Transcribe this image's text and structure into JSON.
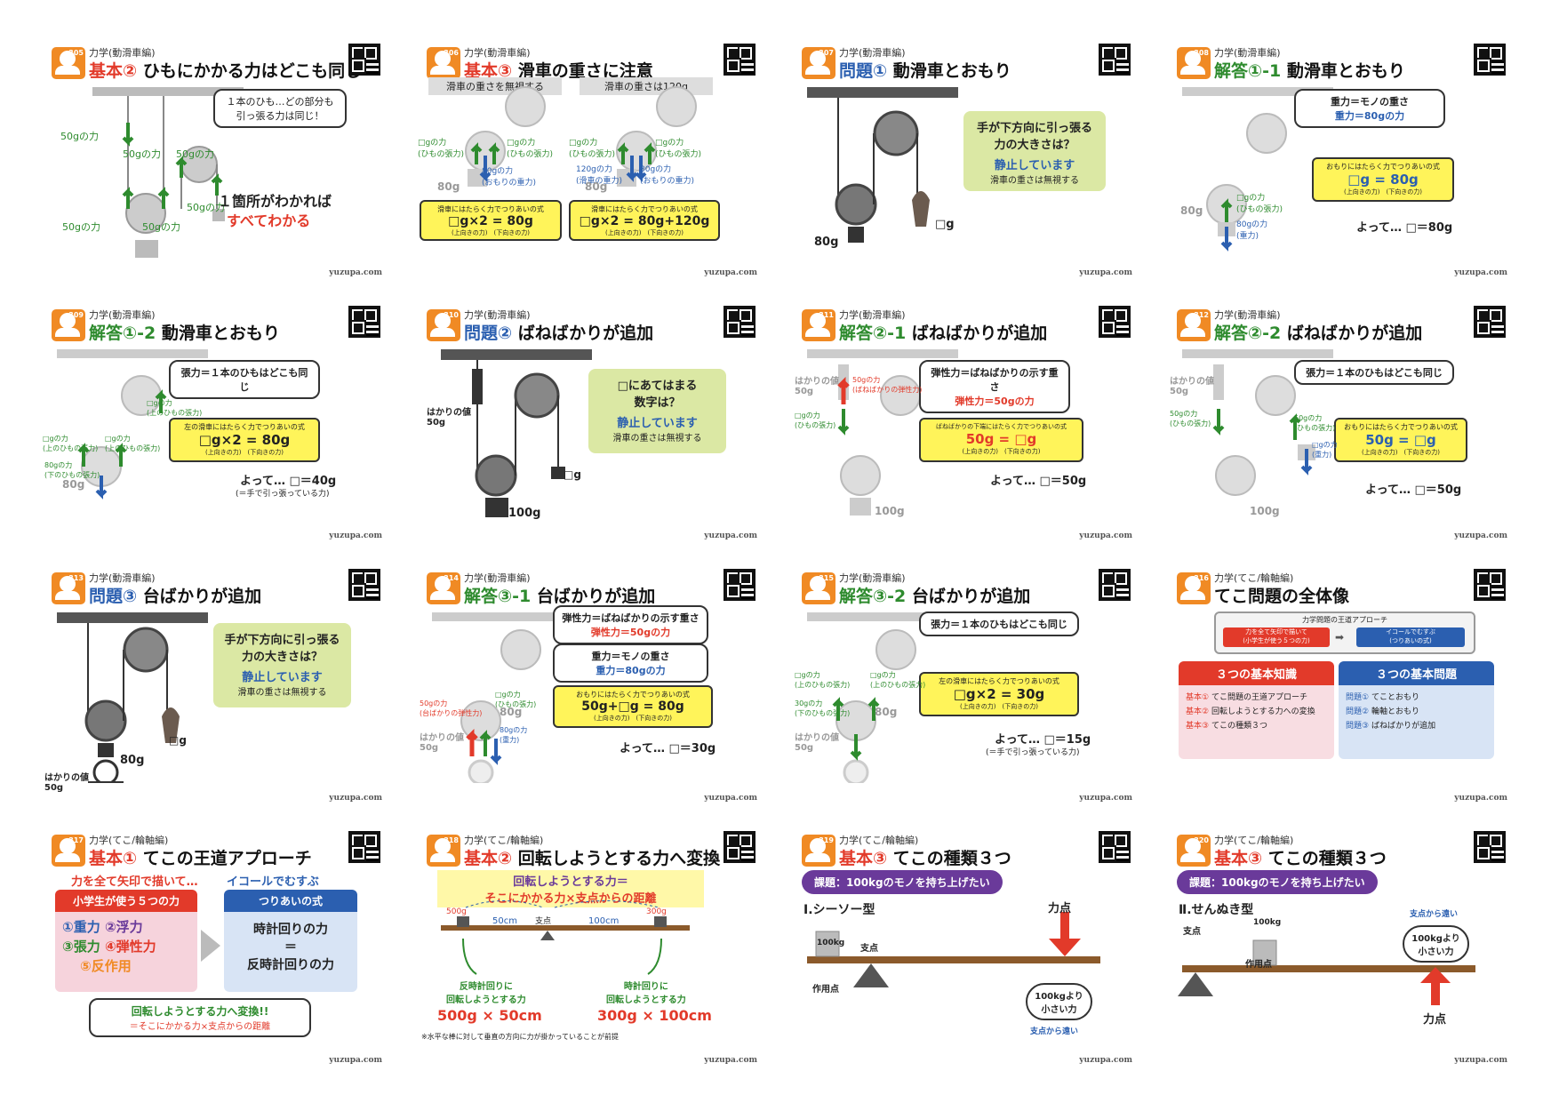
{
  "footer": "yuzupa.com",
  "cards": [
    {
      "num": "305",
      "cat": "力学(動滑車編)",
      "tag": "基本②",
      "tag_color": "#e23a2a",
      "title": "ひもにかかる力はどこも同じ",
      "labels": [
        "50gの力",
        "50gの力",
        "50gの力",
        "50gの力",
        "50gの力",
        "50gの力"
      ],
      "speech": "１本のひも…どの部分も\n引っ張る力は同じ！",
      "line1": "１箇所がわかれば",
      "line2": "すべてわかる"
    },
    {
      "num": "306",
      "cat": "力学(動滑車編)",
      "tag": "基本③",
      "tag_color": "#e23a2a",
      "title": "滑車の重さに注意",
      "left_head": "滑車の重さを無視する",
      "right_head": "滑車の重さは120g",
      "l_labels": [
        "□gの力\n(ひもの張力)",
        "□gの力\n(ひもの張力)",
        "80gの力\n(おもりの重力)",
        "80g"
      ],
      "r_labels": [
        "□gの力\n(ひもの張力)",
        "□gの力\n(ひもの張力)",
        "120gの力\n(滑車の重力)",
        "80gの力\n(おもりの重力)",
        "80g"
      ],
      "l_eq": "滑車にはたらく力でつりあいの式",
      "l_formula": "□g×2 = 80g",
      "r_formula": "□g×2 = 80g+120g",
      "eq_sub": "(上向きの力)　(下向きの力)"
    },
    {
      "num": "307",
      "cat": "力学(動滑車編)",
      "tag": "問題①",
      "tag_color": "#2b5fb0",
      "title": "動滑車とおもり",
      "q1": "手が下方向に引っ張る",
      "q2": "力の大きさは？",
      "q3": "静止しています",
      "q4": "滑車の重さは無視する",
      "weight": "80g",
      "hand": "□g"
    },
    {
      "num": "308",
      "cat": "力学(動滑車編)",
      "tag": "解答①-1",
      "tag_color": "#2e8b2e",
      "title": "動滑車とおもり",
      "s1": "重力＝モノの重さ",
      "s2": "重力＝80gの力",
      "e1": "おもりにはたらく力でつりあいの式",
      "e2": "□g = 80g",
      "e3": "(上向きの力)　(下向きの力)",
      "l1": "□gの力\n(ひもの張力)",
      "l2": "80gの力\n(重力)",
      "w": "80g",
      "ans": "よって… □＝80g"
    },
    {
      "num": "309",
      "cat": "力学(動滑車編)",
      "tag": "解答①-2",
      "tag_color": "#2e8b2e",
      "title": "動滑車とおもり",
      "s1": "張力＝１本のひもはどこも同じ",
      "e1": "左の滑車にはたらく力でつりあいの式",
      "e2": "□g×2 = 80g",
      "e3": "(上向きの力)　(下向きの力)",
      "la": "□gの力\n(上のひもの張力)",
      "lb": "□gの力\n(上のひもの張力)",
      "lc": "□gの力\n(上のひもの張力)",
      "ld": "80gの力\n(下のひもの張力)",
      "w": "80g",
      "ans": "よって… □＝40g",
      "ans2": "(＝手で引っ張っている力)"
    },
    {
      "num": "310",
      "cat": "力学(動滑車編)",
      "tag": "問題②",
      "tag_color": "#2b5fb0",
      "title": "ばねばかりが追加",
      "q1": "□にあてはまる",
      "q2": "数字は？",
      "q3": "静止しています",
      "q4": "滑車の重さは無視する",
      "scale": "はかりの値\n50g",
      "w": "100g",
      "hand": "□g"
    },
    {
      "num": "311",
      "cat": "力学(動滑車編)",
      "tag": "解答②-1",
      "tag_color": "#2e8b2e",
      "title": "ばねばかりが追加",
      "s1": "弾性力＝ばねばかりの示す重さ",
      "s2": "弾性力＝50gの力",
      "e1": "ばねばかりの下端にはたらく力でつりあいの式",
      "e2": "50g = □g",
      "e3": "(上向きの力)　(下向きの力)",
      "la": "50gの力\n(ばねばかりの弾性力)",
      "lb": "□gの力\n(ひもの張力)",
      "scale": "はかりの値\n50g",
      "w": "100g",
      "ans": "よって… □＝50g"
    },
    {
      "num": "312",
      "cat": "力学(動滑車編)",
      "tag": "解答②-2",
      "tag_color": "#2e8b2e",
      "title": "ばねばかりが追加",
      "s1": "張力＝１本のひもはどこも同じ",
      "e1": "おもりにはたらく力でつりあいの式",
      "e2": "50g = □g",
      "e3": "(上向きの力)　(下向きの力)",
      "la": "50gの力\n(ひもの張力)",
      "lb": "50gの力\n(ひもの張力)",
      "lc": "□gの力\n(重力)",
      "scale": "はかりの値\n50g",
      "w": "100g",
      "ans": "よって… □＝50g"
    },
    {
      "num": "313",
      "cat": "力学(動滑車編)",
      "tag": "問題③",
      "tag_color": "#2b5fb0",
      "title": "台ばかりが追加",
      "q1": "手が下方向に引っ張る",
      "q2": "力の大きさは？",
      "q3": "静止しています",
      "q4": "滑車の重さは無視する",
      "scale": "はかりの値\n50g",
      "w": "80g",
      "hand": "□g"
    },
    {
      "num": "314",
      "cat": "力学(動滑車編)",
      "tag": "解答③-1",
      "tag_color": "#2e8b2e",
      "title": "台ばかりが追加",
      "s1": "弾性力＝ばねばかりの示す重さ",
      "s2": "弾性力＝50gの力",
      "s3": "重力＝モノの重さ",
      "s4": "重力＝80gの力",
      "e1": "おもりにはたらく力でつりあいの式",
      "e2": "50g+□g = 80g",
      "e3": "(上向きの力)　(下向きの力)",
      "la": "50gの力\n(台ばかりの弾性力)",
      "lb": "□gの力\n(ひもの張力)",
      "lc": "80gの力\n(重力)",
      "scale": "はかりの値\n50g",
      "w": "80g",
      "ans": "よって… □＝30g"
    },
    {
      "num": "315",
      "cat": "力学(動滑車編)",
      "tag": "解答③-2",
      "tag_color": "#2e8b2e",
      "title": "台ばかりが追加",
      "s1": "張力＝１本のひもはどこも同じ",
      "e1": "左の滑車にはたらく力でつりあいの式",
      "e2": "□g×2 = 30g",
      "e3": "(上向きの力)　(下向きの力)",
      "la": "□gの力\n(上のひもの張力)",
      "lb": "□gの力\n(上のひもの張力)",
      "lc": "30gの力\n(下のひもの張力)",
      "scale": "はかりの値\n50g",
      "w": "80g",
      "ans": "よって… □＝15g",
      "ans2": "(＝手で引っ張っている力)"
    },
    {
      "num": "316",
      "cat": "力学(てこ/輪軸編)",
      "tag": "",
      "tag_color": "#111",
      "title": "てこ問題の全体像",
      "top": "力学問題の王道アプローチ",
      "t1": "力を全て矢印で描いて\n(小学生が使う５つの力)",
      "t2": "イコールでむすぶ\n(つりあいの式)",
      "h1": "３つの基本知識",
      "h2": "３つの基本問題",
      "k1": "基本①",
      "k1t": "てこ問題の王道アプローチ",
      "k2": "基本②",
      "k2t": "回転しようとする力への変換",
      "k3": "基本③",
      "k3t": "てこの種類３つ",
      "m1": "問題①",
      "m1t": "てことおもり",
      "m2": "問題②",
      "m2t": "輪軸とおもり",
      "m3": "問題③",
      "m3t": "ばねばかりが追加"
    },
    {
      "num": "317",
      "cat": "力学(てこ/輪軸編)",
      "tag": "基本①",
      "tag_color": "#e23a2a",
      "title": "てこの王道アプローチ",
      "a1": "力を全て矢印で描いて…",
      "a2": "イコールでむすぶ",
      "b1": "小学生が使う５つの力",
      "b2": "つりあいの式",
      "f1": "①重力",
      "f2": "②浮力",
      "f3": "③張力",
      "f4": "④弾性力",
      "f5": "⑤反作用",
      "c1": "時計回りの力",
      "c2": "＝",
      "c3": "反時計回りの力",
      "n1": "回転しようとする力へ変換!!",
      "n2": "＝そこにかかる力×支点からの距離"
    },
    {
      "num": "318",
      "cat": "力学(てこ/輪軸編)",
      "tag": "基本②",
      "tag_color": "#e23a2a",
      "title": "回転しようとする力へ変換",
      "h1": "回転しようとする力＝",
      "h2": "そこにかかる力×支点からの距離",
      "w1": "500g",
      "w2": "300g",
      "d1": "50cm",
      "d2": "100cm",
      "pivot": "支点",
      "l1": "反時計回りに\n回転しようとする力",
      "l2": "時計回りに\n回転しようとする力",
      "x1": "500g × 50cm",
      "x2": "300g × 100cm",
      "note": "※水平な棒に対して垂直の方向に力が掛かっていることが前提"
    },
    {
      "num": "319",
      "cat": "力学(てこ/輪軸編)",
      "tag": "基本③",
      "tag_color": "#e23a2a",
      "title": "てこの種類３つ",
      "task": "課題：100kgのモノを持ち上げたい",
      "type": "Ⅰ.シーソー型",
      "force": "力点",
      "pivot": "支点",
      "action": "作用点",
      "box": "100kg",
      "bubble": "100kgより\n小さい力",
      "far": "支点から遠い"
    },
    {
      "num": "320",
      "cat": "力学(てこ/輪軸編)",
      "tag": "基本③",
      "tag_color": "#e23a2a",
      "title": "てこの種類３つ",
      "task": "課題：100kgのモノを持ち上げたい",
      "type": "Ⅱ.せんぬき型",
      "force": "力点",
      "pivot": "支点",
      "action": "作用点",
      "box": "100kg",
      "bubble": "100kgより\n小さい力",
      "far": "支点から遠い"
    }
  ]
}
